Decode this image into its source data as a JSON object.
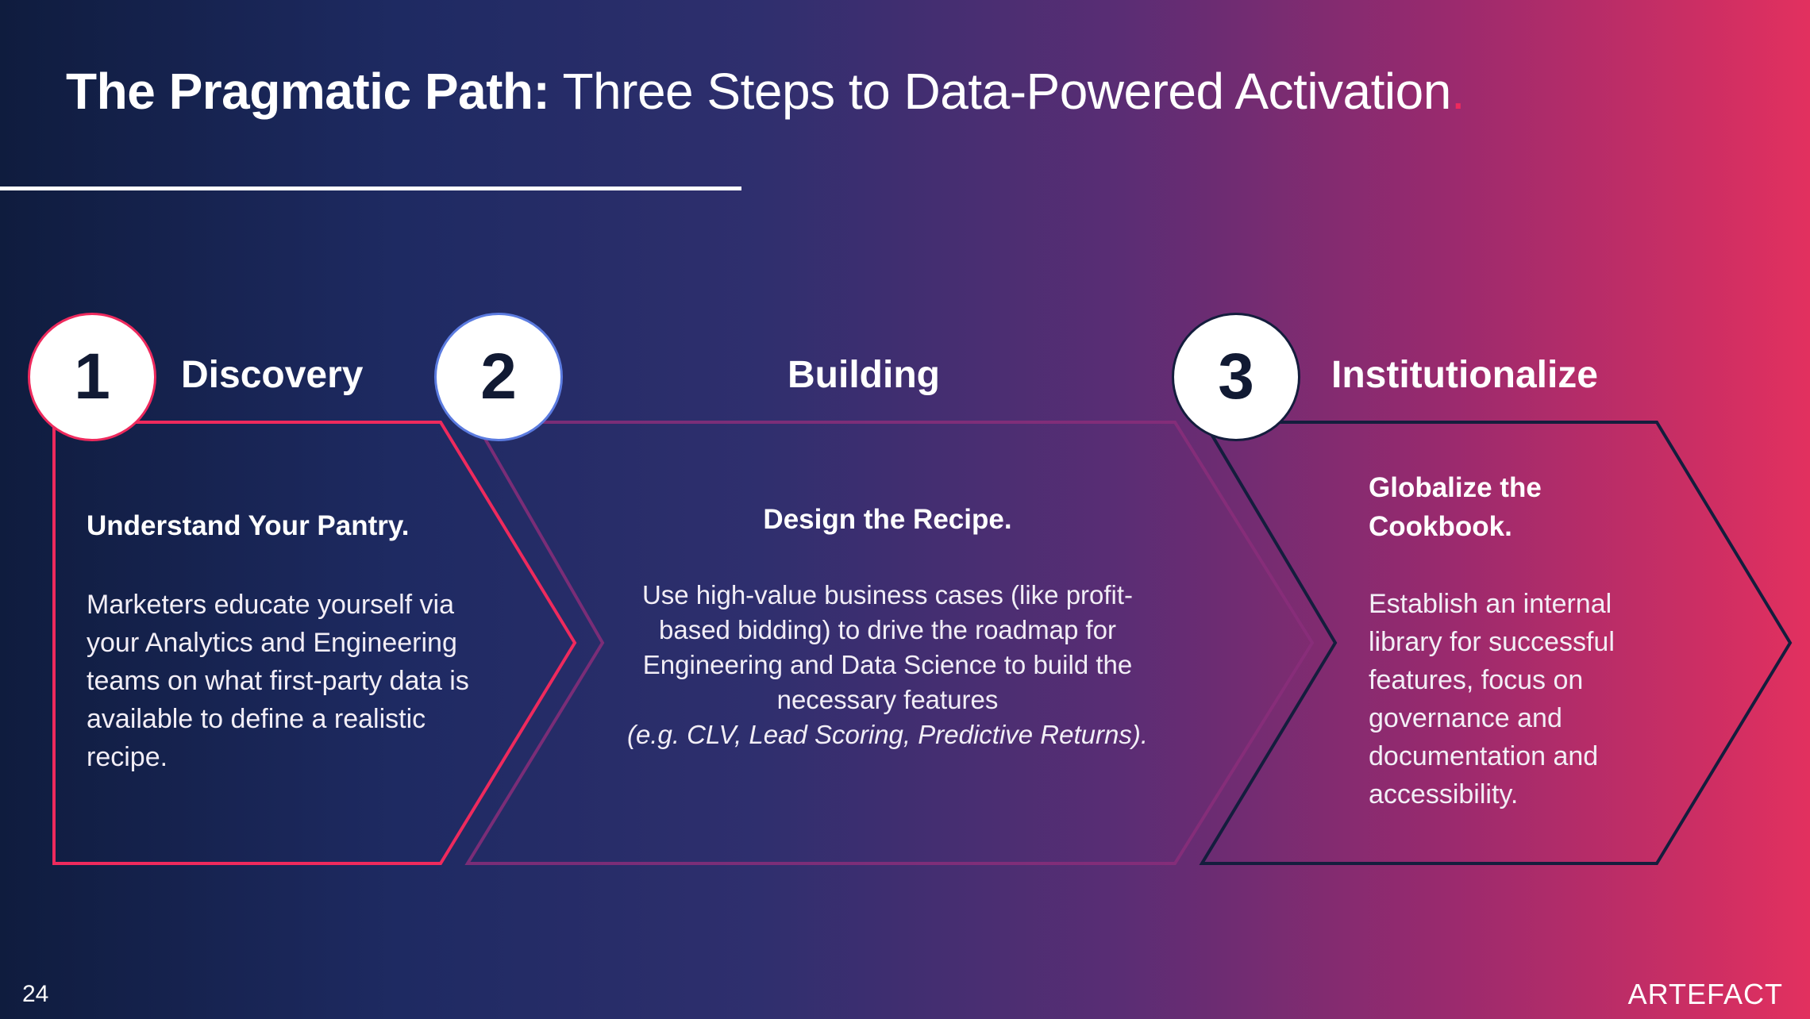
{
  "title": {
    "bold": "The Pragmatic Path:",
    "regular": " Three Steps to Data-Powered Activation",
    "dot": "."
  },
  "steps": [
    {
      "number": "1",
      "heading": "Discovery",
      "subheading": "Understand Your Pantry.",
      "body": "Marketers educate yourself via your Analytics and Engineering teams on what first-party data is available to define a realistic recipe."
    },
    {
      "number": "2",
      "heading": "Building",
      "subheading": "Design the Recipe.",
      "body": "Use high-value business cases (like profit-based bidding) to drive the roadmap for Engineering and Data Science to build the necessary features",
      "body_italic": "(e.g. CLV, Lead Scoring, Predictive Returns)."
    },
    {
      "number": "3",
      "heading": "Institutionalize",
      "subheading": "Globalize the Cookbook.",
      "body": "Establish an internal library for successful features, focus on governance and documentation and accessibility."
    }
  ],
  "footer": {
    "page_number": "24",
    "logo": "ARTEFACT"
  },
  "colors": {
    "accent": "#ee2a5d",
    "navy": "#111a33",
    "step2_outline": "#8a2e7a"
  }
}
